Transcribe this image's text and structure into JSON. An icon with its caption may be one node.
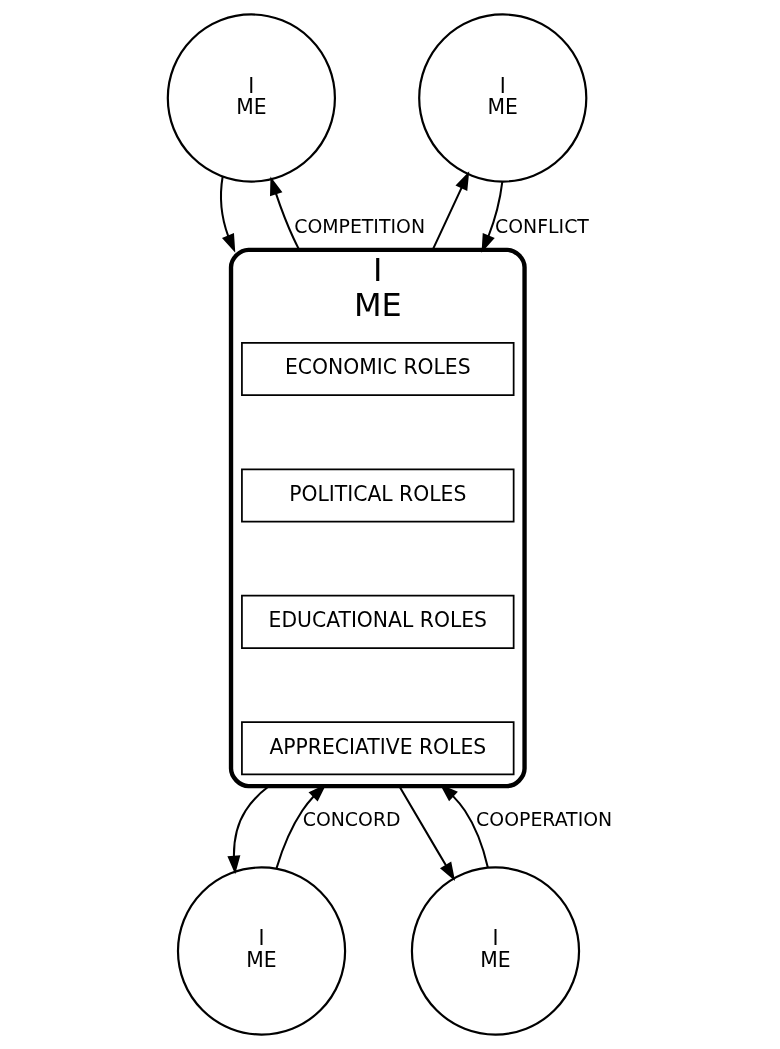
{
  "diagram": {
    "nodes": [
      {
        "text": [
          "I",
          "ME"
        ]
      },
      {
        "text": [
          "I",
          "ME"
        ]
      },
      {
        "text": [
          "I",
          "ME"
        ]
      },
      {
        "text": [
          "ECONOMIC ROLES"
        ],
        "in": 2
      },
      {
        "text": [
          "POLITICAL ROLES"
        ],
        "in": 2
      },
      {
        "text": [
          "EDUCATIONAL ROLES"
        ],
        "in": 2
      },
      {
        "text": [
          "APPRECIATIVE ROLES"
        ],
        "in": 2
      },
      {
        "text": [
          "I",
          "ME"
        ]
      },
      {
        "text": [
          "I",
          "ME"
        ]
      }
    ],
    "edges": [
      {
        "from": 0,
        "to": 2,
        "arrow": "to"
      },
      {
        "from": 2,
        "to": 0,
        "arrow": "to",
        "label": "COMPETITION"
      },
      {
        "from": 2,
        "to": 1,
        "arrow": "to"
      },
      {
        "from": 1,
        "to": 2,
        "arrow": "to",
        "label": "CONFLICT"
      },
      {
        "from": 2,
        "to": 7,
        "arrow": "to"
      },
      {
        "from": 7,
        "to": 2,
        "arrow": "to",
        "label": "CONCORD"
      },
      {
        "from": 2,
        "to": 8,
        "arrow": "to"
      },
      {
        "from": 8,
        "to": 2,
        "arrow": "to",
        "label": "COOPERATION"
      }
    ]
  }
}
